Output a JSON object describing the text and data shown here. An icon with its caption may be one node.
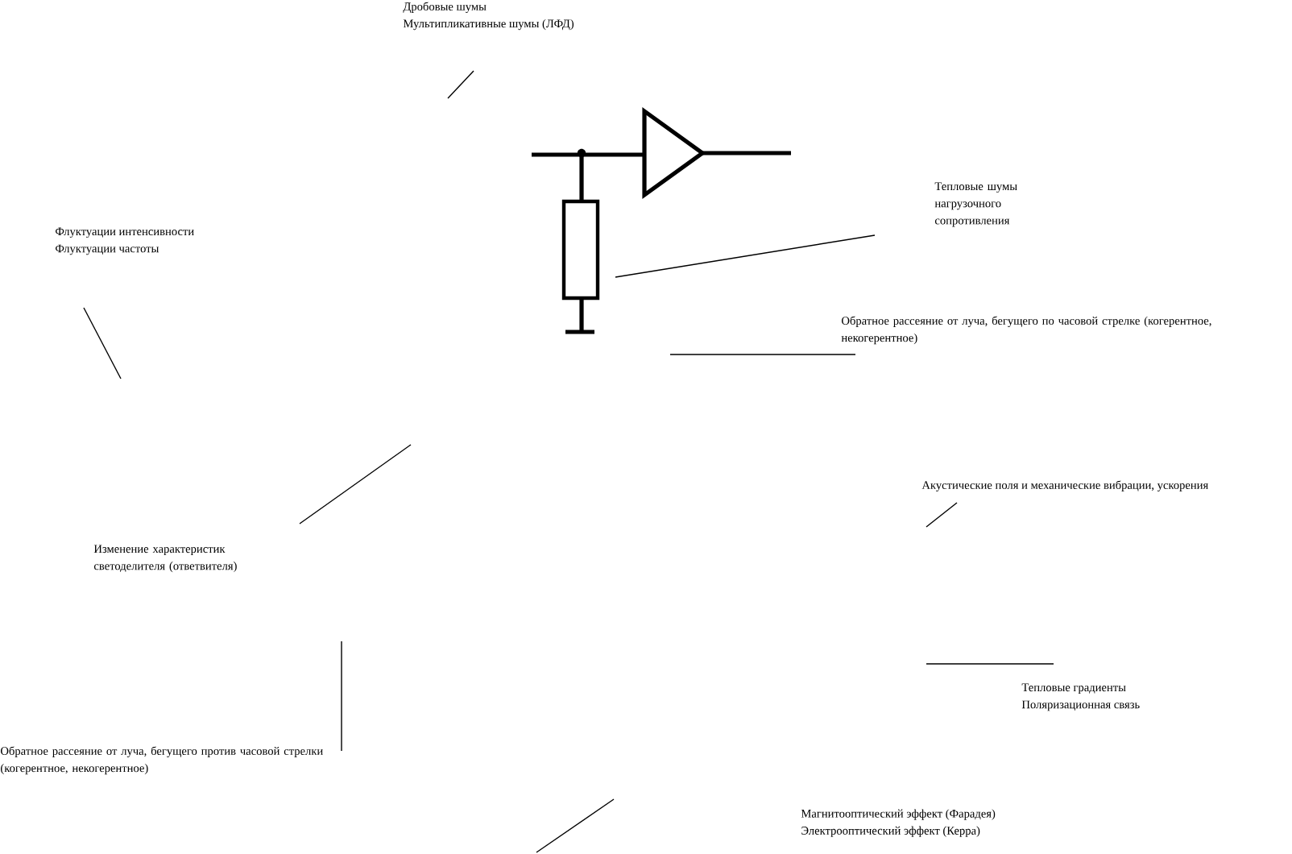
{
  "diagram": {
    "nodes": [
      {
        "text": [
          "Дробовые шумы",
          "Мультипликативные шумы (ЛФД)"
        ]
      },
      {
        "text": [
          "Флуктуации интенсивности",
          "Флуктуации частоты"
        ]
      },
      {
        "text": [
          "Тепловые шумы нагрузочного сопротивления"
        ]
      },
      {
        "text": [
          "Обратное рассеяние от луча, бегущего по часовой стрелке (когерентное, некогерентное)"
        ]
      },
      {
        "text": [
          "Акустические поля и механические вибрации, ускорения"
        ]
      },
      {
        "text": [
          "Изменение характеристик светоделителя (ответвителя)"
        ]
      },
      {
        "text": [
          "Тепловые градиенты",
          "Поляризационная связь"
        ]
      },
      {
        "text": [
          "Обратное рассеяние от луча, бегущего против часовой стрелки (когерентное, некогерентное)"
        ]
      },
      {
        "text": [
          "Магнитооптический эффект (Фарадея)",
          "Электрооптический эффект (Керра)"
        ]
      }
    ],
    "edges": [
      {
        "from": 2,
        "to": null,
        "arrow": "none"
      },
      {
        "from": 3,
        "to": null,
        "arrow": "none"
      },
      {
        "from": 4,
        "to": null,
        "arrow": "none"
      },
      {
        "from": 6,
        "to": null,
        "arrow": "none"
      },
      {
        "from": 7,
        "to": null,
        "arrow": "none"
      }
    ]
  }
}
